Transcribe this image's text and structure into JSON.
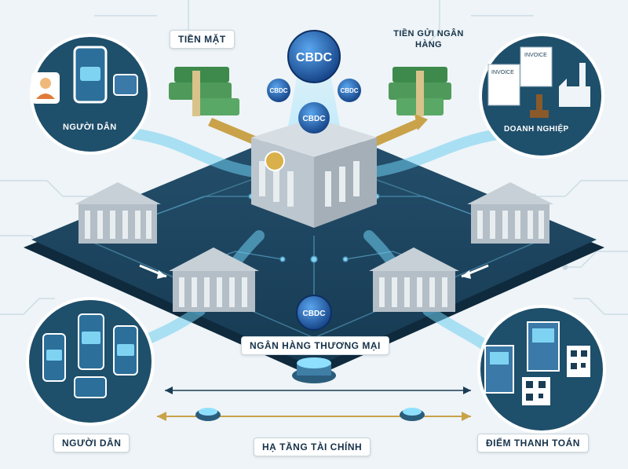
{
  "labels": {
    "tien_mat": "TIỀN MẶT",
    "tien_gui": "TIỀN GỬI NGÂN HÀNG",
    "nguoi_dan_top": "NGƯỜI DÂN",
    "doanh_nghiep": "DOANH NGHIỆP",
    "ngan_hang_thuong_mai": "NGÂN HÀNG THƯƠNG MẠI",
    "nguoi_dan_bottom": "NGƯỜI DÂN",
    "ha_tang_tai_chinh": "HẠ TẦNG TÀI CHÍNH",
    "diem_thanh_toan": "ĐIỂM THANH TOÁN"
  },
  "coins": {
    "main": "CBDC",
    "small_left": "CBDC",
    "small_right": "CBDC",
    "center": "CBDC",
    "lower": "CBDC"
  },
  "document_text": {
    "invoice_1": "INVOICE",
    "invoice_2": "INVOICE"
  },
  "colors": {
    "platform": "#1a3d55",
    "platform_edge": "#0f2a3d",
    "circle_bg": "#1e4f6b",
    "coin_blue": "#1f5fb0",
    "flow_blue": "#5cc4ee",
    "money_green": "#4f9a5a",
    "arrow_gold": "#c9a24a"
  }
}
